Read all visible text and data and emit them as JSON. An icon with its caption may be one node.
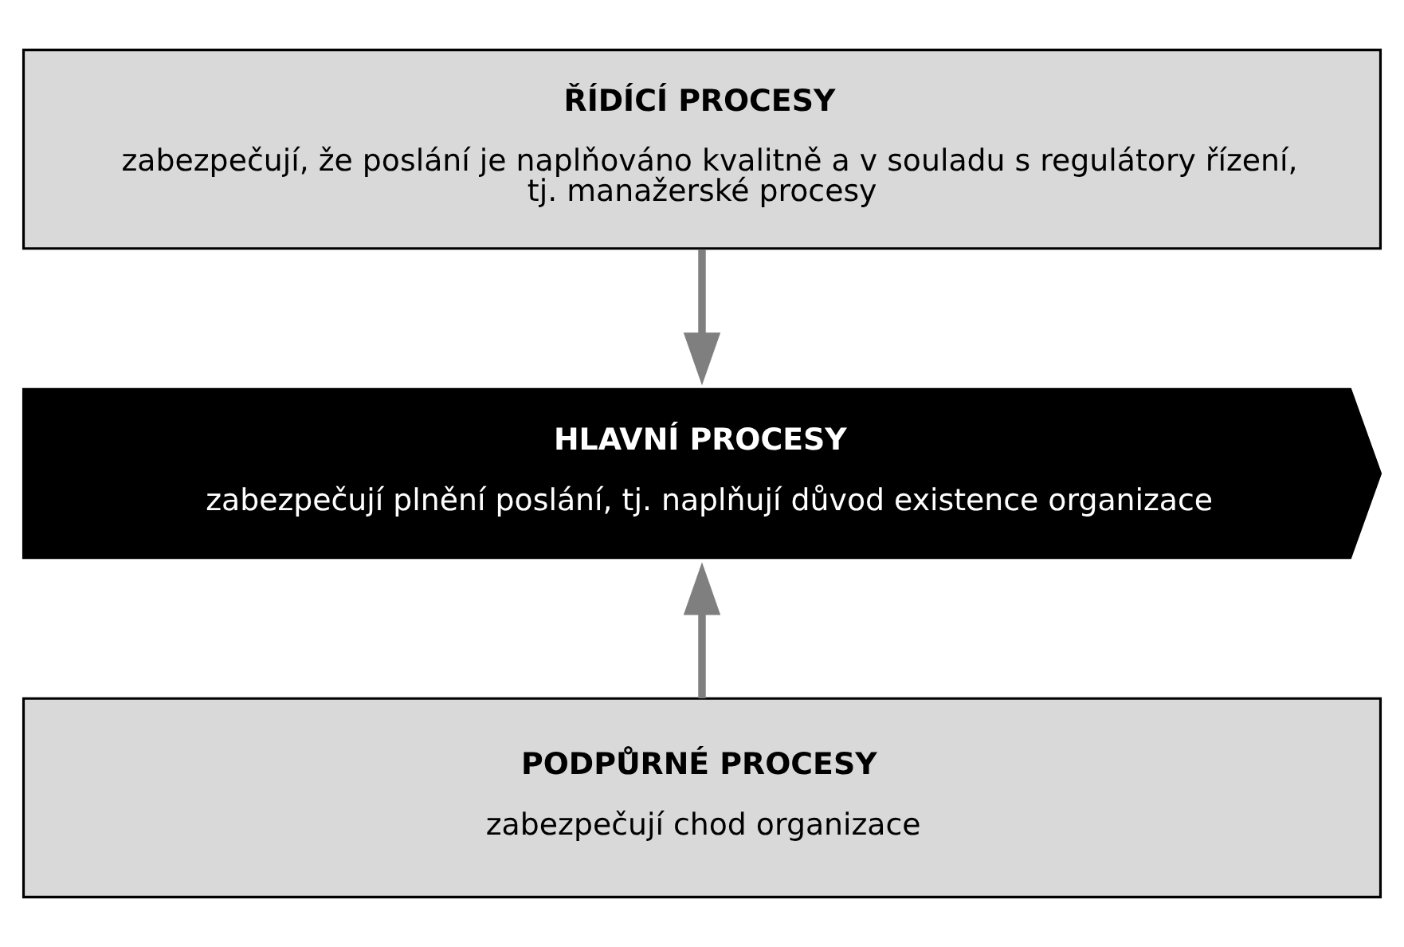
{
  "diagram": {
    "nodes": [
      {
        "text": [
          "ŘÍDÍCÍ PROCESY",
          "zabezpečují, že poslání je naplňováno kvalitně a v souladu s regulátory řízení, tj. manažerské procesy"
        ]
      },
      {
        "text": [
          "HLAVNÍ PROCESY",
          "zabezpečují plnění poslání, tj. naplňují důvod existence organizace"
        ]
      },
      {
        "text": [
          "PODPŮRNÉ PROCESY",
          "zabezpečují chod organizace"
        ]
      }
    ],
    "edges": [
      {
        "from": 0,
        "to": 1,
        "arrow": "to"
      },
      {
        "from": 2,
        "to": 1,
        "arrow": "to"
      }
    ]
  }
}
